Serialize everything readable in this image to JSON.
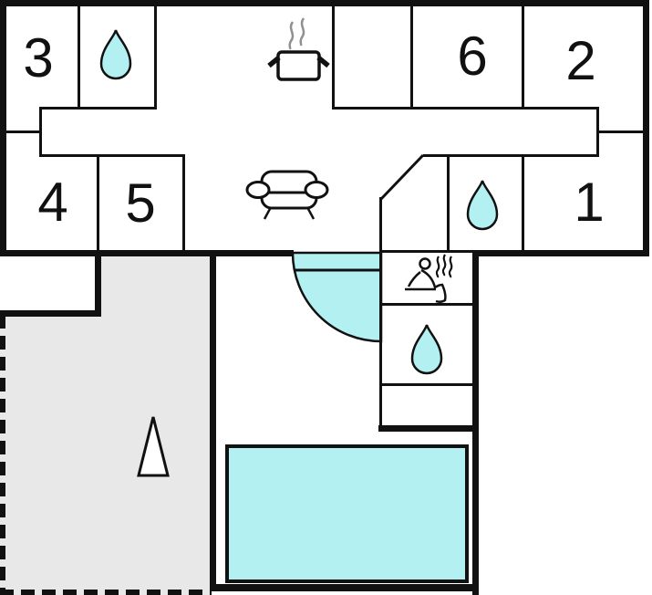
{
  "colors": {
    "wall": "#111111",
    "water": "#b3f0f2",
    "terrace": "#e8e8e8",
    "steam": "#909090",
    "background": "#ffffff"
  },
  "rooms": {
    "r1": "1",
    "r2": "2",
    "r3": "3",
    "r4": "4",
    "r5": "5",
    "r6": "6"
  },
  "icons": {
    "water_drop": "water-drop (bathroom)",
    "cooking_pot": "cooking-pot (kitchen)",
    "sofa": "sofa (living room)",
    "sauna": "sauna person with steam",
    "tree": "tree (terrace)",
    "pool": "swimming pool",
    "door": "door swing arc"
  }
}
